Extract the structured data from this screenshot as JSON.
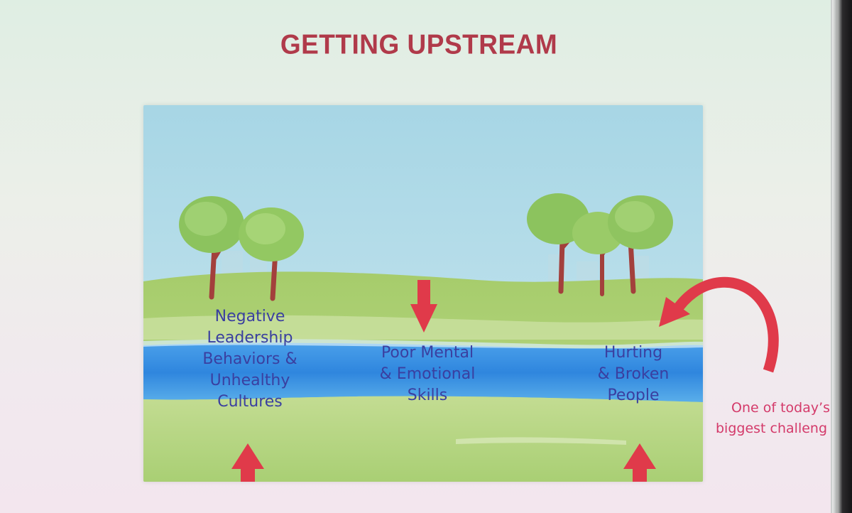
{
  "slide": {
    "title": "GETTING UPSTREAM",
    "colors": {
      "title": "#b03a4a",
      "label_text": "#3a3fa0",
      "arrow": "#e03a4a",
      "note": "#d43a6a",
      "sky": "#a9d7e6",
      "grass": "#a5cc6a",
      "river": "#3a8fe0"
    }
  },
  "labels": {
    "left": {
      "line1": "Negative",
      "line2": "Leadership",
      "line3": "Behaviors &",
      "line4": "Unhealthy",
      "line5": "Cultures"
    },
    "center": {
      "line1": "Poor Mental",
      "line2": "& Emotional",
      "line3": "Skills"
    },
    "right": {
      "line1": "Hurting",
      "line2": "& Broken",
      "line3": "People"
    }
  },
  "annotation": {
    "line1": "One of today’s",
    "line2": "biggest challeng"
  },
  "icons": {
    "down_arrow": "arrow-down-icon",
    "up_arrow": "arrow-up-icon",
    "curved_arrow": "curved-arrow-icon",
    "tree": "tree-icon"
  }
}
